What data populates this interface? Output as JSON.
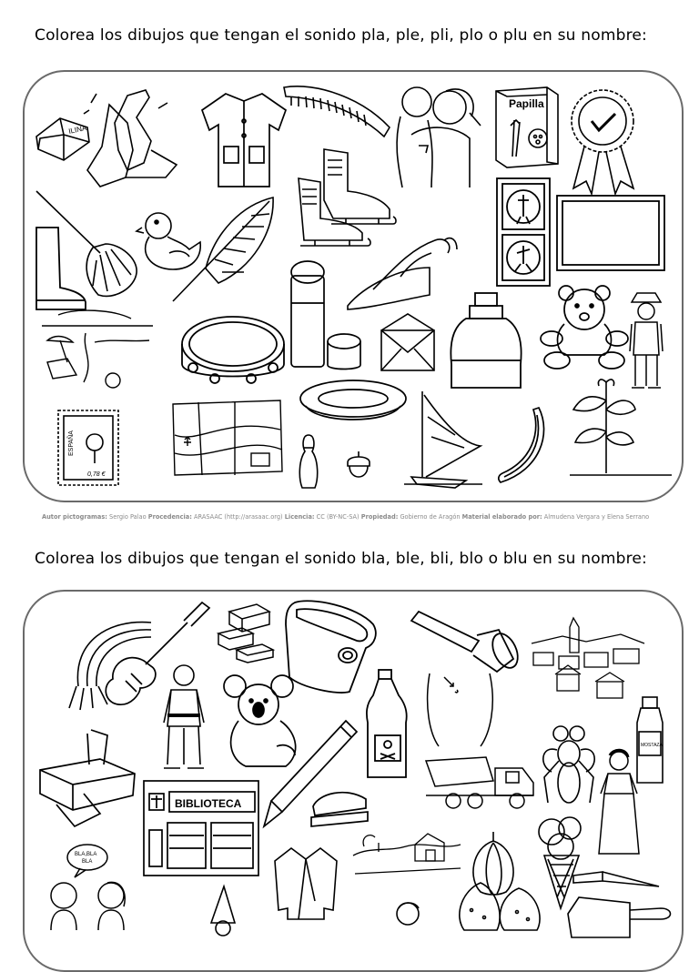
{
  "section1": {
    "instruction": "Colorea los dibujos que tengan el sonido pla, ple, pli, plo o plu en su nombre:",
    "labels": {
      "plasticine": "ILINA",
      "papilla": "Papilla",
      "stamp_country": "ESPAÑA",
      "stamp_price": "0,78 €"
    }
  },
  "credits": {
    "author_label": "Autor pictogramas:",
    "author": "Sergio Palao",
    "source_label": "Procedencia:",
    "source": "ARASAAC (http://arasaac.org)",
    "license_label": "Licencia:",
    "license": "CC (BY-NC-SA)",
    "owner_label": "Propiedad:",
    "owner": "Gobierno de Aragón",
    "material_label": "Material elaborado por:",
    "material": "Almudena Vergara y Elena Serrano"
  },
  "section2": {
    "instruction": "Colorea los dibujos que tengan el sonido bla, ble, bli, blo o blu en su nombre:",
    "labels": {
      "library": "BIBLIOTECA",
      "mustard": "MOSTAZA",
      "speech": "BLA,BLA BLA"
    }
  },
  "colors": {
    "panel_border": "#6a6a6a",
    "ink": "#000000",
    "credits": "#8a8a8a"
  },
  "icons": [
    "plasticine-icon",
    "clapping-hands-icon",
    "smock-icon",
    "comb-icon",
    "hug-icon",
    "papilla-box-icon",
    "medal-icon",
    "feather-duster-icon",
    "boot-icon",
    "duck-icon",
    "feather-icon",
    "skates-icon",
    "traffic-light-icon",
    "board-icon",
    "iron-icon",
    "glue-stick-icon",
    "beach-icon",
    "tambourine-icon",
    "envelope-icon",
    "canteen-icon",
    "teddy-bear-icon",
    "explorer-icon",
    "stamp-icon",
    "map-icon",
    "plate-icon",
    "bowling-pin-icon",
    "acorn-icon",
    "windsurf-icon",
    "banana-icon",
    "plant-icon",
    "cables-icon",
    "guitar-icon",
    "lego-bricks-icon",
    "karate-kid-icon",
    "koala-icon",
    "tin-can-icon",
    "bleach-bottle-icon",
    "flashlight-icon",
    "belly-icon",
    "village-icon",
    "printer-icon",
    "pencil-icon",
    "stapler-icon",
    "cement-truck-icon",
    "fly-icon",
    "mustard-icon",
    "snow-white-icon",
    "library-icon",
    "blouse-icon",
    "landscape-icon",
    "onion-icon",
    "ice-cream-icon",
    "knife-icon",
    "talking-kids-icon",
    "figs-icon",
    "cutting-board-icon",
    "gnome-icon",
    "boy-icon"
  ]
}
